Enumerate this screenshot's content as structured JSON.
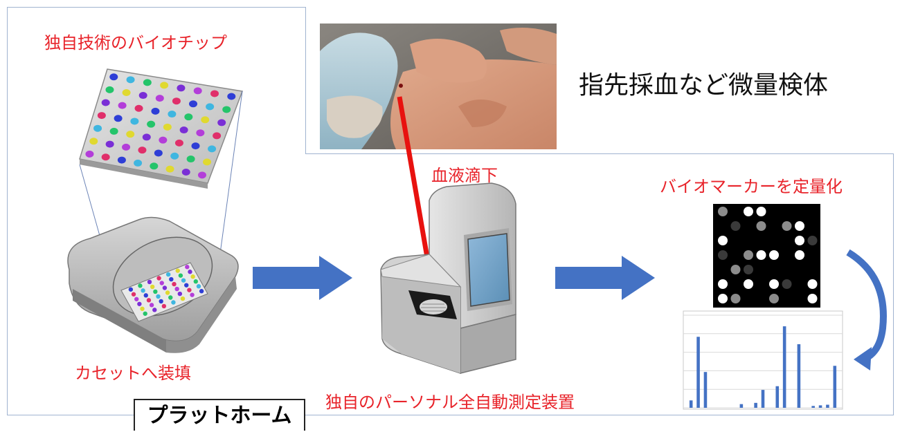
{
  "labels": {
    "biochip": "独自技術のバイオチップ",
    "cassette": "カセットへ装填",
    "blood_drop": "血液滴下",
    "device": "独自のパーソナル全自動測定装置",
    "quantify": "バイオマーカーを定量化",
    "sample": "指先採血など微量検体",
    "platform": "プラットホーム"
  },
  "colors": {
    "accent_red": "#e8232a",
    "arrow_blue": "#4472c4",
    "frame": "#9fb3d0",
    "bar_blue": "#4472c4"
  },
  "icons": {
    "process_arrow": "right-arrow-icon",
    "cycle_arrow": "curved-arrow-icon"
  },
  "chart_data": {
    "type": "bar",
    "values": [
      1.2,
      11.5,
      5.8,
      0,
      0,
      0,
      0,
      0.6,
      0,
      0.8,
      2.9,
      0,
      3.5,
      13.2,
      0,
      10.3,
      0,
      0.3,
      0.4,
      0.5,
      6.8
    ],
    "ylim": [
      0,
      15
    ],
    "grid": true
  }
}
